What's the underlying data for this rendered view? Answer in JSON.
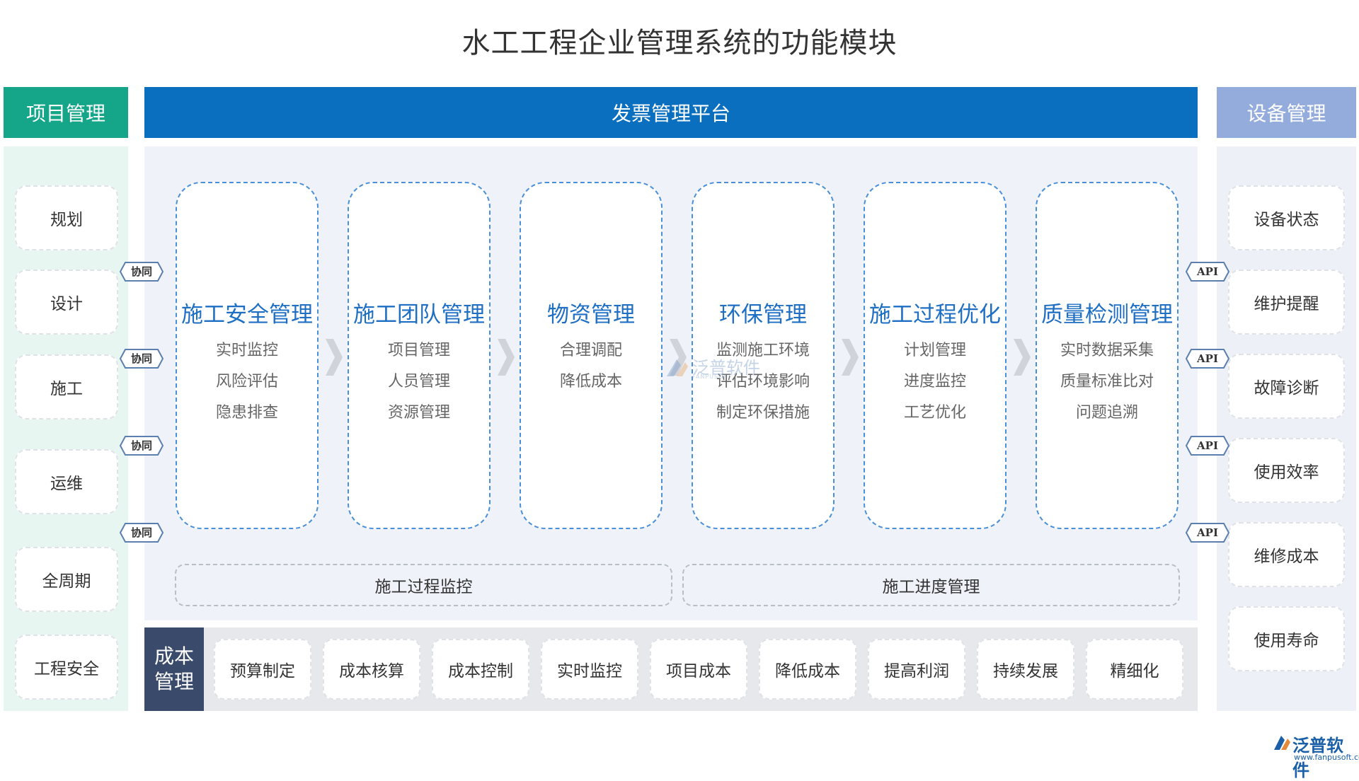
{
  "title": "水工工程企业管理系统的功能模块",
  "headers": {
    "left": "项目管理",
    "middle": "发票管理平台",
    "right": "设备管理"
  },
  "left_items": [
    "规划",
    "设计",
    "施工",
    "运维",
    "全周期",
    "工程安全"
  ],
  "left_badge": "协同",
  "right_items": [
    "设备状态",
    "维护提醒",
    "故障诊断",
    "使用效率",
    "维修成本",
    "使用寿命"
  ],
  "right_badge": "API",
  "modules": [
    {
      "title": "施工安全管理",
      "items": [
        "实时监控",
        "风险评估",
        "隐患排查"
      ]
    },
    {
      "title": "施工团队管理",
      "items": [
        "项目管理",
        "人员管理",
        "资源管理"
      ]
    },
    {
      "title": "物资管理",
      "items": [
        "合理调配",
        "降低成本"
      ]
    },
    {
      "title": "环保管理",
      "items": [
        "监测施工环境",
        "评估环境影响",
        "制定环保措施"
      ]
    },
    {
      "title": "施工过程优化",
      "items": [
        "计划管理",
        "进度监控",
        "工艺优化"
      ]
    },
    {
      "title": "质量检测管理",
      "items": [
        "实时数据采集",
        "质量标准比对",
        "问题追溯"
      ]
    }
  ],
  "bottom_boxes": [
    "施工过程监控",
    "施工进度管理"
  ],
  "cost": {
    "label": "成本管理",
    "items": [
      "预算制定",
      "成本核算",
      "成本控制",
      "实时监控",
      "项目成本",
      "降低成本",
      "提高利润",
      "持续发展",
      "精细化"
    ]
  },
  "watermark": {
    "name": "泛普软件",
    "sub": "FANPUSOFT"
  },
  "logo": {
    "name": "泛普软件",
    "url": "www.fanpusoft.com"
  },
  "colors": {
    "green": "#15a589",
    "blue": "#0b6fc0",
    "lavender": "#93acdc",
    "navy": "#3a4a6b",
    "module_title": "#1e6fc4"
  }
}
